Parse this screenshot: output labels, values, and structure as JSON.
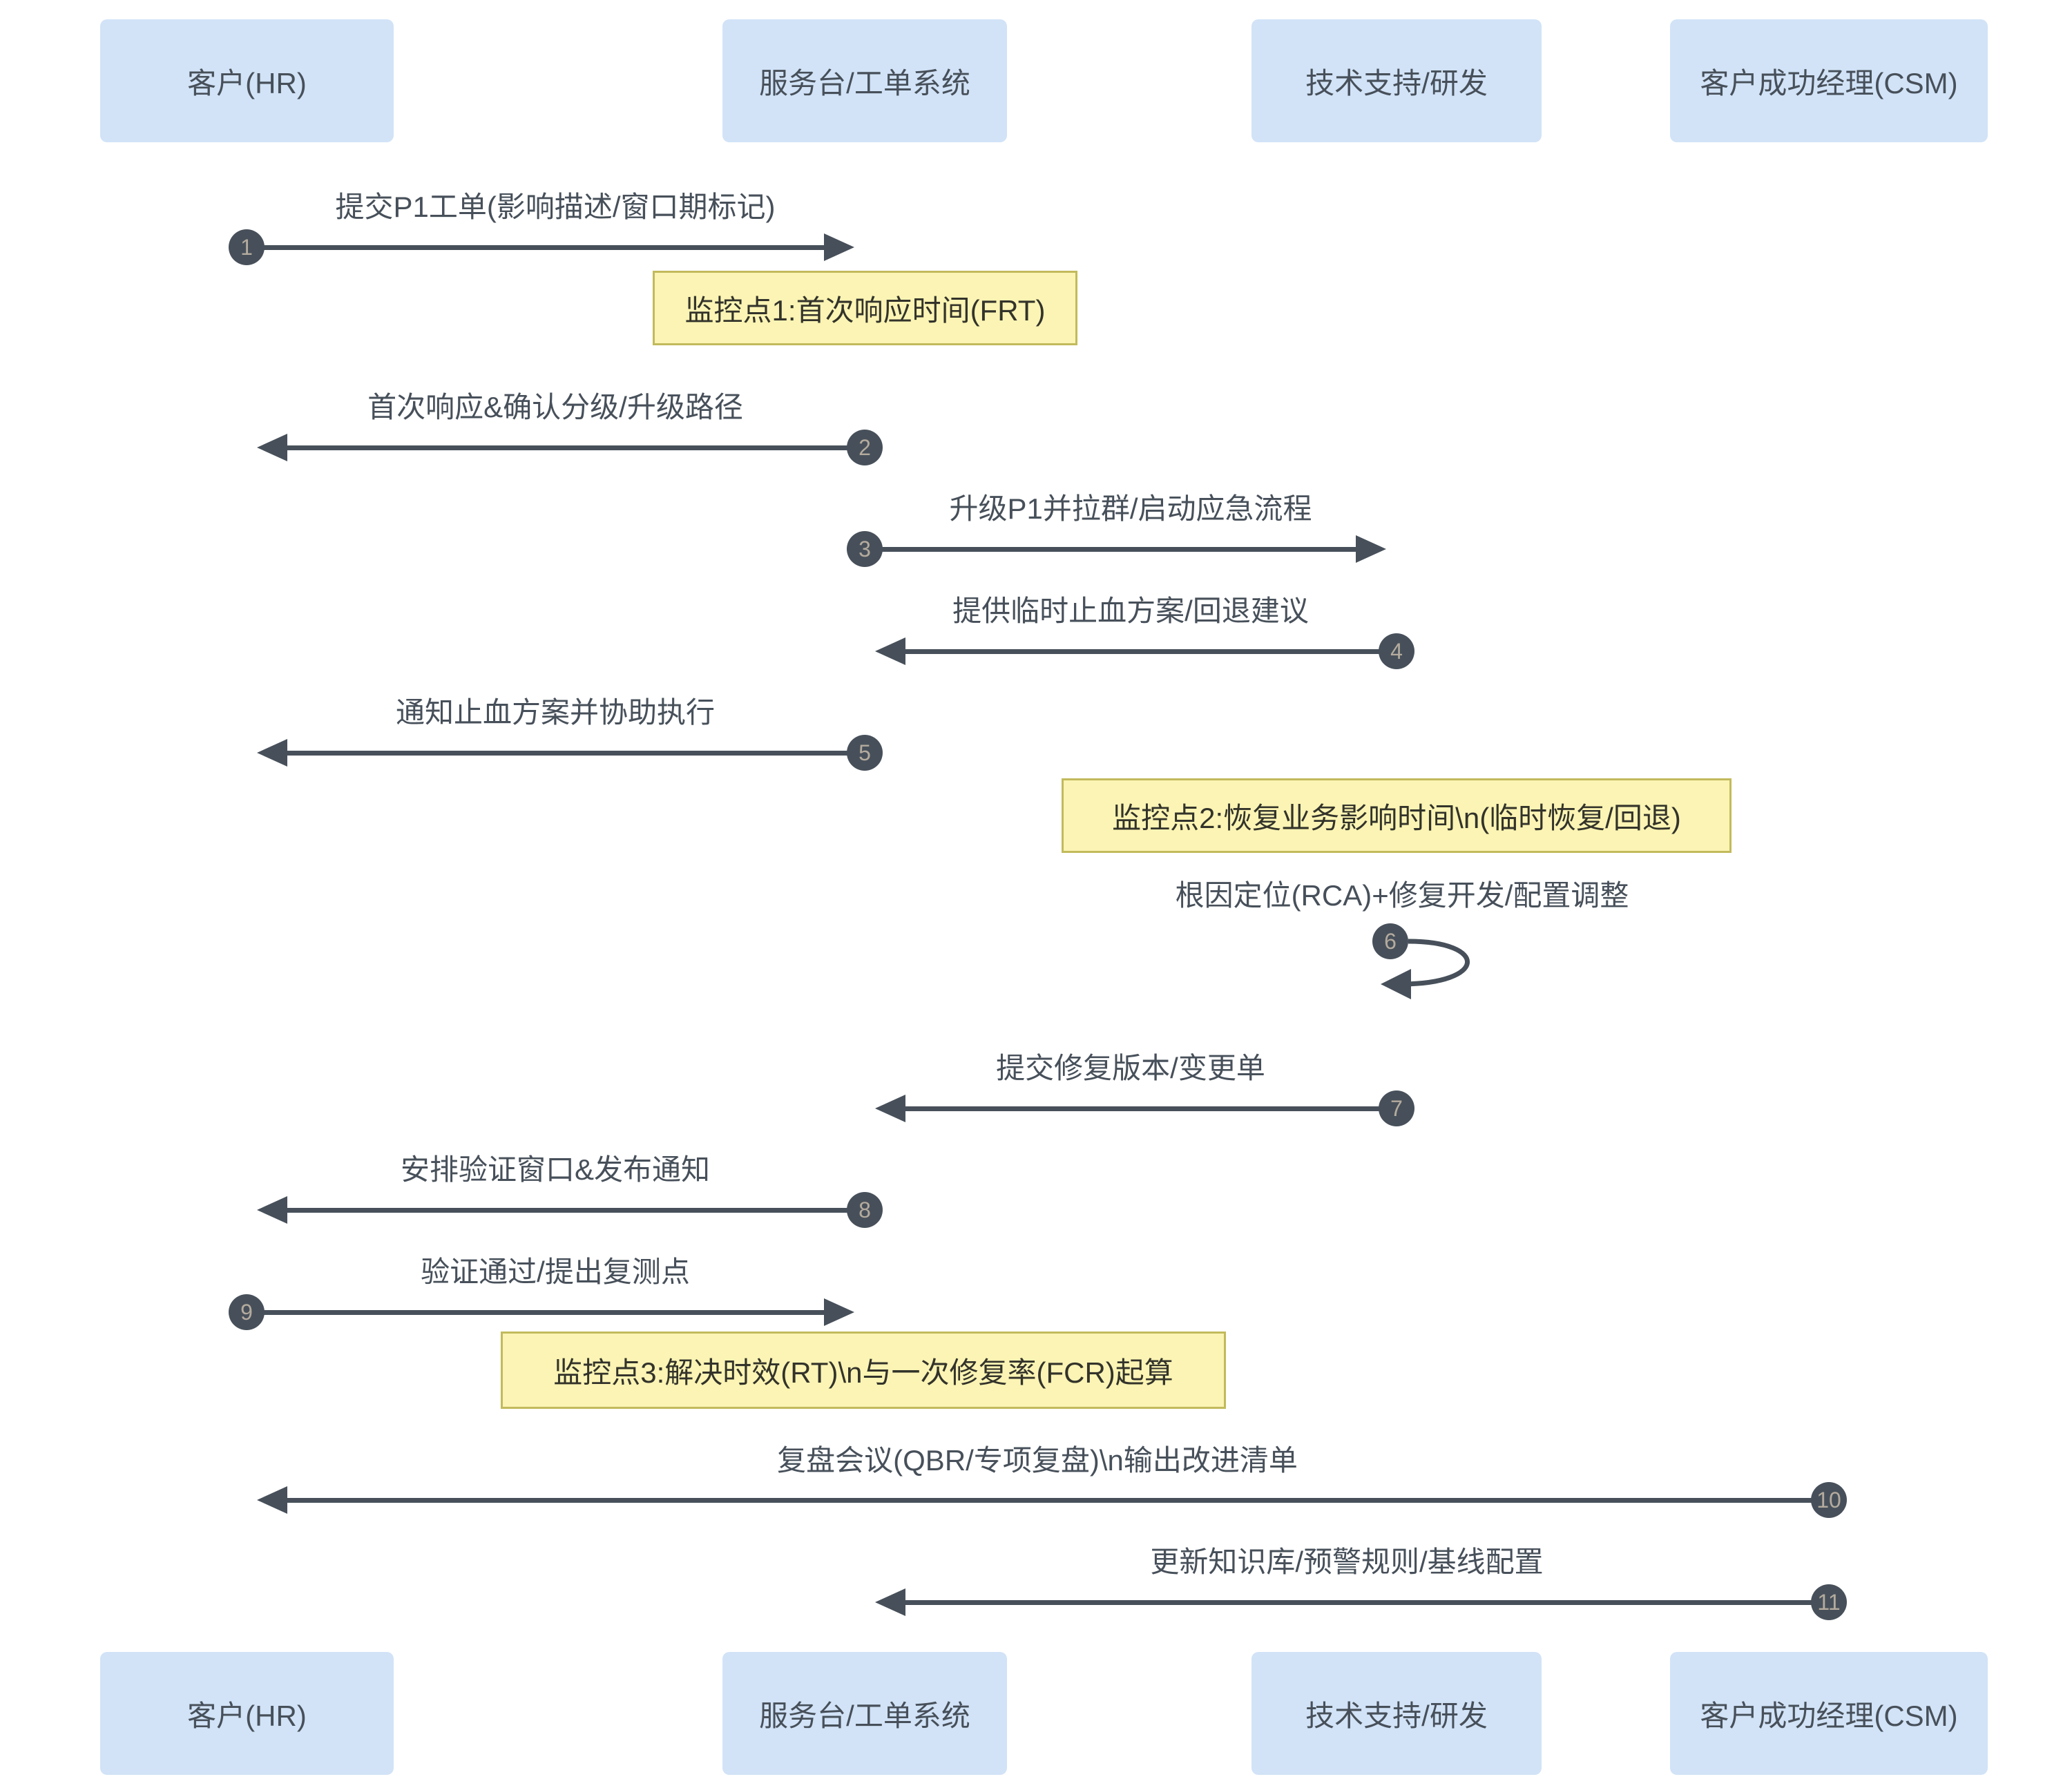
{
  "diagram": {
    "type": "sequence-diagram",
    "actors": [
      {
        "id": "customer-hr",
        "label": "客户(HR)"
      },
      {
        "id": "service-desk",
        "label": "服务台/工单系统"
      },
      {
        "id": "tech-support",
        "label": "技术支持/研发"
      },
      {
        "id": "csm",
        "label": "客户成功经理(CSM)"
      }
    ],
    "messages": [
      {
        "seq": "1",
        "label": "提交P1工单(影响描述/窗口期标记)",
        "from": "客户(HR)",
        "to": "服务台/工单系统",
        "direction": "right"
      },
      {
        "seq": "2",
        "label": "首次响应&确认分级/升级路径",
        "from": "服务台/工单系统",
        "to": "客户(HR)",
        "direction": "left"
      },
      {
        "seq": "3",
        "label": "升级P1并拉群/启动应急流程",
        "from": "服务台/工单系统",
        "to": "技术支持/研发",
        "direction": "right"
      },
      {
        "seq": "4",
        "label": "提供临时止血方案/回退建议",
        "from": "技术支持/研发",
        "to": "服务台/工单系统",
        "direction": "left"
      },
      {
        "seq": "5",
        "label": "通知止血方案并协助执行",
        "from": "服务台/工单系统",
        "to": "客户(HR)",
        "direction": "left"
      },
      {
        "seq": "6",
        "label": "根因定位(RCA)+修复开发/配置调整",
        "from": "技术支持/研发",
        "to": "技术支持/研发",
        "direction": "self"
      },
      {
        "seq": "7",
        "label": "提交修复版本/变更单",
        "from": "技术支持/研发",
        "to": "服务台/工单系统",
        "direction": "left"
      },
      {
        "seq": "8",
        "label": "安排验证窗口&发布通知",
        "from": "服务台/工单系统",
        "to": "客户(HR)",
        "direction": "left"
      },
      {
        "seq": "9",
        "label": "验证通过/提出复测点",
        "from": "客户(HR)",
        "to": "服务台/工单系统",
        "direction": "right"
      },
      {
        "seq": "10",
        "label": "复盘会议(QBR/专项复盘)\\n输出改进清单",
        "from": "客户成功经理(CSM)",
        "to": "客户(HR)",
        "direction": "left"
      },
      {
        "seq": "11",
        "label": "更新知识库/预警规则/基线配置",
        "from": "客户成功经理(CSM)",
        "to": "服务台/工单系统",
        "direction": "left"
      }
    ],
    "notes": [
      {
        "id": "note-1",
        "label": "监控点1:首次响应时间(FRT)",
        "anchor": "服务台/工单系统"
      },
      {
        "id": "note-2",
        "label": "监控点2:恢复业务影响时间\\n(临时恢复/回退)",
        "anchor": "技术支持/研发"
      },
      {
        "id": "note-3",
        "label": "监控点3:解决时效(RT)\\n与一次修复率(FCR)起算",
        "anchor": "服务台/工单系统"
      }
    ],
    "colors": {
      "background": "#ffffff",
      "actor_fill": "#d2e3f7",
      "actor_text": "#47505a",
      "arrow_line": "#47505a",
      "badge_fill": "#47505a",
      "badge_number": "#b4ab9e",
      "note_fill": "#fbf4b4",
      "note_border": "#c2ba5c",
      "note_text": "#33332b",
      "message_text": "#47505a"
    }
  }
}
